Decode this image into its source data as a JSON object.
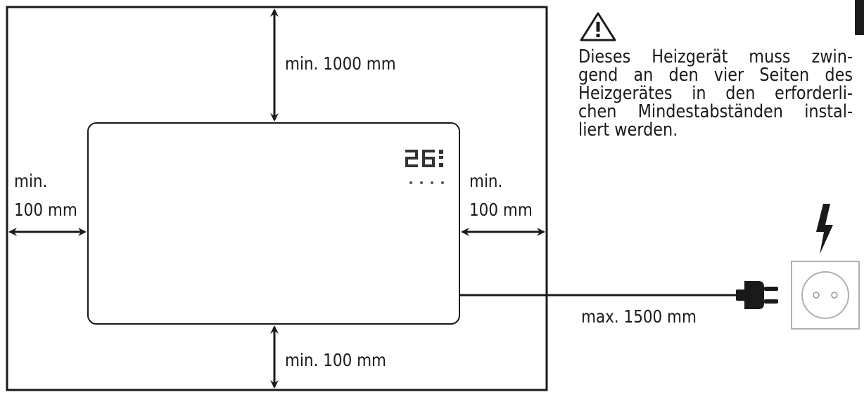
{
  "labels": {
    "top_clearance": "min. 1000 mm",
    "left_clearance_line1": "min.",
    "left_clearance_line2": "100 mm",
    "right_clearance_line1": "min.",
    "right_clearance_line2": "100 mm",
    "bottom_clearance": "min. 100 mm",
    "cable_length": "max. 1500 mm"
  },
  "heater_display": {
    "temperature": "26"
  },
  "warning": {
    "icon": "warning-triangle-icon",
    "lines": [
      "Dieses Heizgerät muss zwin-",
      "gend an den vier Seiten des",
      "Heizgerätes in den erforderli-",
      "chen Mindestabständen instal-",
      "liert werden."
    ]
  },
  "icons": {
    "power": "lightning-bolt-icon",
    "plug": "power-plug-icon",
    "socket": "wall-socket-icon"
  },
  "colors": {
    "ink": "#1a1a1a",
    "socket_outline": "#b0b0b0"
  }
}
